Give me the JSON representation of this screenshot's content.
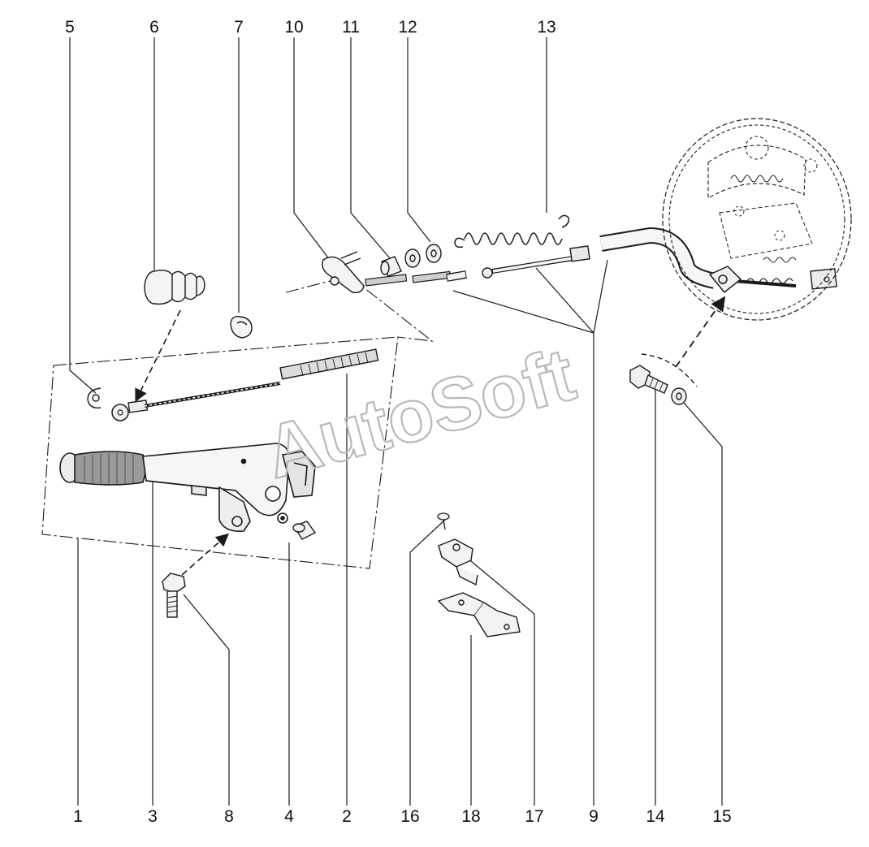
{
  "labels": {
    "n1": "1",
    "n2": "2",
    "n3": "3",
    "n4": "4",
    "n5": "5",
    "n6": "6",
    "n7": "7",
    "n8": "8",
    "n9": "9",
    "n10": "10",
    "n11": "11",
    "n12": "12",
    "n13": "13",
    "n14": "14",
    "n15": "15",
    "n16": "16",
    "n17": "17",
    "n18": "18"
  },
  "watermark": "AutoSoft",
  "colors": {
    "line": "#1a1a1a",
    "watermark": "#c8c8c8",
    "shade": "#9a9a9a"
  }
}
